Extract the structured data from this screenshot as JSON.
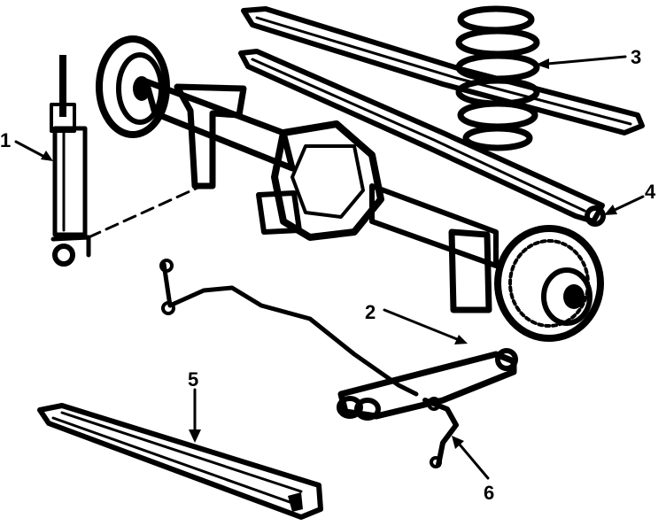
{
  "callouts": [
    {
      "number": "1",
      "part": "shock-absorber"
    },
    {
      "number": "2",
      "part": "control-arm"
    },
    {
      "number": "3",
      "part": "coil-spring"
    },
    {
      "number": "4",
      "part": "track-bar"
    },
    {
      "number": "5",
      "part": "skid-plate"
    },
    {
      "number": "6",
      "part": "stabilizer-link"
    }
  ],
  "colors": {
    "ink": "#000000",
    "paper": "#ffffff"
  }
}
